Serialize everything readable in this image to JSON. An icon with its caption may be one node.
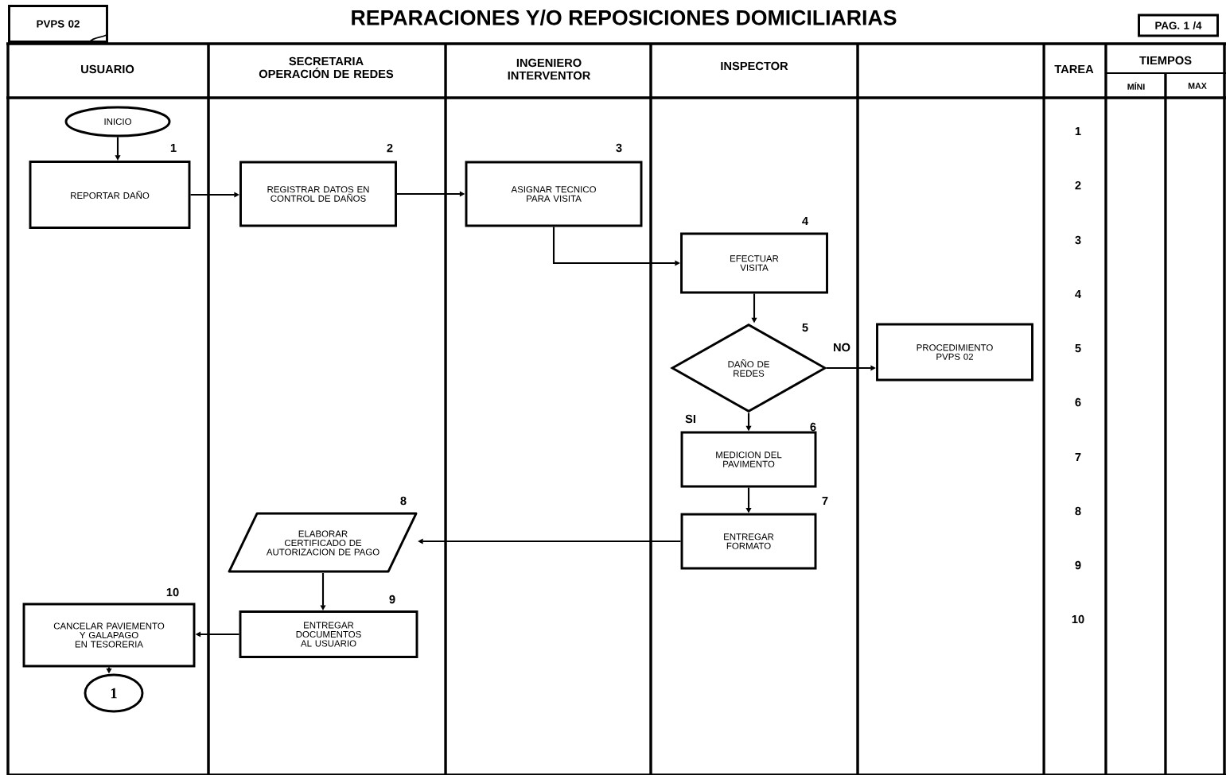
{
  "diagram": {
    "title": "REPARACIONES Y/O REPOSICIONES DOMICILIARIAS",
    "nodes": [
      {
        "text": [
          "PVPS 02"
        ]
      },
      {
        "text": [
          "PAG. 1 /4"
        ]
      },
      {
        "text": [
          "INICIO"
        ]
      },
      {
        "text": [
          "REPORTAR DAÑO"
        ],
        "beside": [
          "1"
        ]
      },
      {
        "text": [
          "REGISTRAR DATOS EN CONTROL DE DAÑOS"
        ],
        "beside": [
          "2"
        ]
      },
      {
        "text": [
          "ASIGNAR TECNICO PARA VISITA"
        ],
        "beside": [
          "3"
        ]
      },
      {
        "text": [
          "EFECTUAR VISITA"
        ],
        "beside": [
          "4"
        ]
      },
      {
        "text": [
          "DAÑO DE REDES"
        ],
        "beside": [
          "5"
        ]
      },
      {
        "text": [
          "PROCEDIMIENTO PVPS 02"
        ]
      },
      {
        "text": [
          "MEDICION DEL PAVIMENTO"
        ],
        "beside": [
          "6"
        ]
      },
      {
        "text": [
          "ENTREGAR FORMATO"
        ],
        "beside": [
          "7"
        ]
      },
      {
        "text": [
          "ELABORAR CERTIFICADO DE AUTORIZACION DE PAGO"
        ],
        "beside": [
          "8"
        ]
      },
      {
        "text": [
          "ENTREGAR DOCUMENTOS AL USUARIO"
        ],
        "beside": [
          "9"
        ]
      },
      {
        "text": [
          "CANCELAR PAVIEMENTO Y GALAPAGO EN TESORERIA"
        ],
        "beside": [
          "10"
        ]
      },
      {
        "text": [
          "1"
        ]
      }
    ],
    "edges": [
      {
        "from": 2,
        "to": 3,
        "arrow": "to"
      },
      {
        "from": 3,
        "to": 4,
        "arrow": "to"
      },
      {
        "from": 4,
        "to": 5,
        "arrow": "to"
      },
      {
        "from": 5,
        "to": 6,
        "arrow": "to"
      },
      {
        "from": 6,
        "to": 7,
        "arrow": "to"
      },
      {
        "from": 7,
        "to": 8,
        "arrow": "to",
        "label": "NO"
      },
      {
        "from": 7,
        "to": 9,
        "arrow": "to",
        "label": "SI"
      },
      {
        "from": 9,
        "to": 10,
        "arrow": "to"
      },
      {
        "from": 10,
        "to": 11,
        "arrow": "to"
      },
      {
        "from": 11,
        "to": 12,
        "arrow": "to"
      },
      {
        "from": 12,
        "to": 13,
        "arrow": "to"
      },
      {
        "from": 13,
        "to": 14,
        "arrow": "to"
      }
    ],
    "labels": [
      "USUARIO",
      "SECRETARIA OPERACIÓN DE REDES",
      "INGENIERO INTERVENTOR",
      "INSPECTOR",
      "TAREA",
      "TIEMPOS",
      "MÍNI",
      "MAX",
      "1",
      "2",
      "3",
      "4",
      "5",
      "6",
      "7",
      "8",
      "9",
      "10"
    ]
  }
}
